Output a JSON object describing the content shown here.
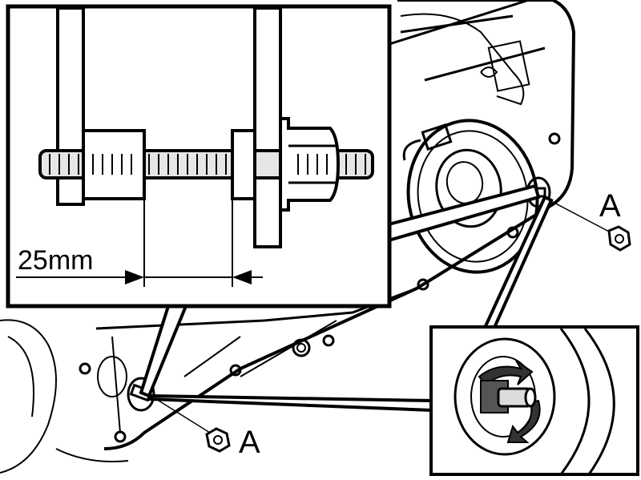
{
  "labels": {
    "measurement": "25mm",
    "nut_right": "A",
    "nut_bottom": "A"
  },
  "icons": [
    "hex-nut-icon",
    "rotation-arrow-icon",
    "threaded-rod-icon"
  ],
  "colors": {
    "line": "#000000",
    "fill": "#ffffff",
    "shade": "#dcdcdc",
    "dark": "#333333"
  }
}
